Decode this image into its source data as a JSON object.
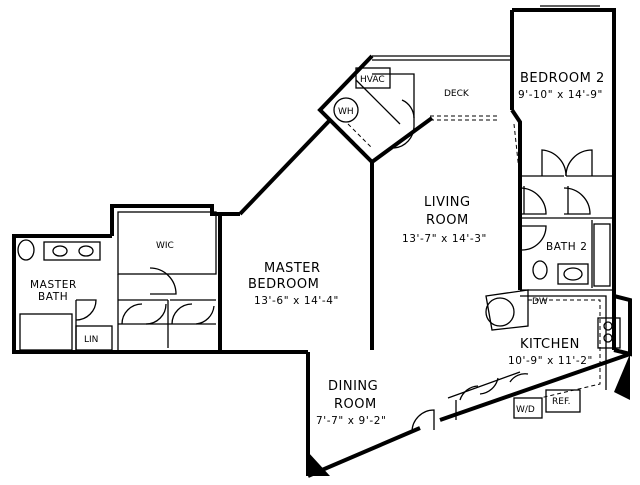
{
  "rooms": {
    "bedroom2": {
      "name": "BEDROOM 2",
      "dims": "9'-10\" x 14'-9\""
    },
    "deck": {
      "name": "DECK"
    },
    "hvac": {
      "name": "HVAC"
    },
    "wh": {
      "name": "WH"
    },
    "living": {
      "name_line1": "LIVING",
      "name_line2": "ROOM",
      "dims": "13'-7\" x 14'-3\""
    },
    "master_bedroom": {
      "name_line1": "MASTER",
      "name_line2": "BEDROOM",
      "dims": "13'-6\" x 14'-4\""
    },
    "wic": {
      "name": "WIC"
    },
    "master_bath": {
      "name_line1": "MASTER",
      "name_line2": "BATH"
    },
    "linen": {
      "name": "LIN"
    },
    "bath2": {
      "name": "BATH 2"
    },
    "kitchen": {
      "name": "KITCHEN",
      "dims": "10'-9\" x 11'-2\""
    },
    "dining": {
      "name_line1": "DINING",
      "name_line2": "ROOM",
      "dims": "7'-7\" x 9'-2\""
    },
    "dishwasher": {
      "name": "DW"
    },
    "washer_dryer": {
      "name": "W/D"
    },
    "refrigerator": {
      "name": "REF."
    }
  }
}
